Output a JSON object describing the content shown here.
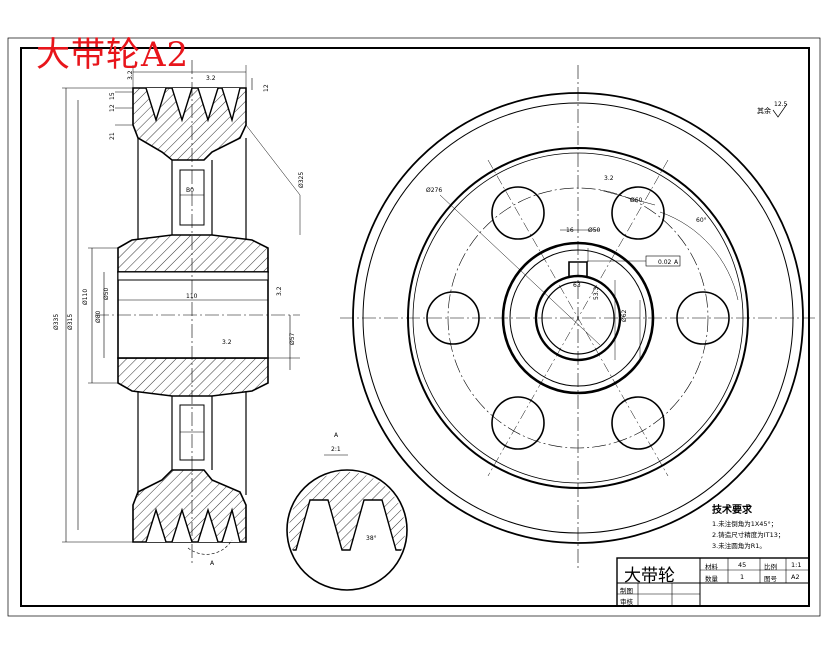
{
  "drawing": {
    "title_overlay": "大带轮A2",
    "surface_finish_note": {
      "label": "其余",
      "value": "12.5"
    },
    "detail_view": {
      "label": "A",
      "scale": "2:1",
      "angle": "38°"
    },
    "view_marker": "A",
    "dims_left": [
      "Ø335",
      "Ø315",
      "Ø110",
      "Ø80",
      "Ø50",
      "B0",
      "110",
      "Ø57",
      "3.2",
      "3.2",
      "3.2",
      "12",
      "21",
      "12",
      "15",
      "3.2",
      "Ø325"
    ],
    "dims_right": [
      "Ø276",
      "3.2",
      "16",
      "Ø60",
      "Ø50",
      "60°",
      "63",
      "0.02",
      "A",
      "53.3",
      "Ø62"
    ]
  },
  "tech_requirements": {
    "heading": "技术要求",
    "items": [
      "1.未注倒角为1X45°；",
      "2.铸造尺寸精度为IT13；",
      "3.未注圆角为R1。"
    ]
  },
  "title_block": {
    "part_name": "大带轮",
    "material_label": "材料",
    "material_value": "45",
    "scale_label": "比例",
    "scale_value": "1:1",
    "qty_label": "数量",
    "qty_value": "1",
    "drawing_no_label": "图号",
    "drawing_no_value": "A2",
    "drawn_label": "制图",
    "checked_label": "审核"
  }
}
